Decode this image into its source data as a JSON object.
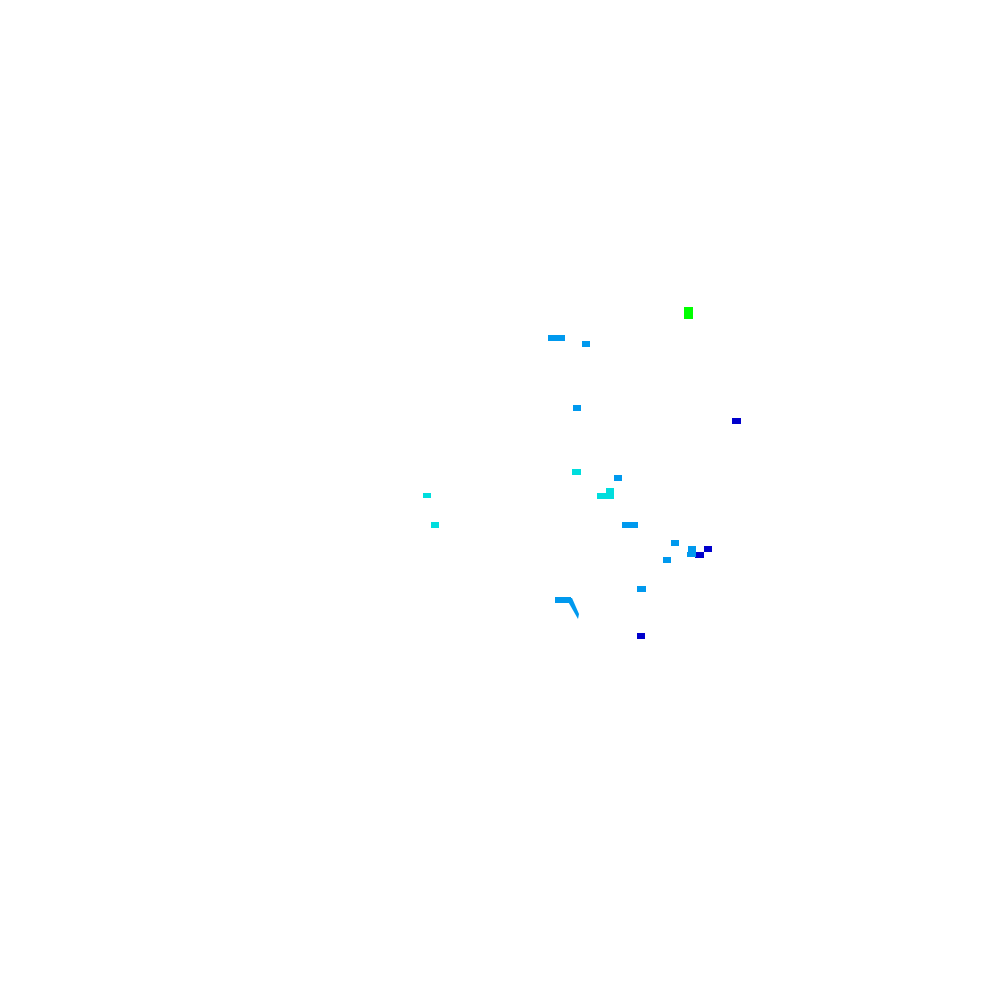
{
  "background": "#ffffff",
  "palette": {
    "green": "#00ff00",
    "azure": "#0099ee",
    "cyan": "#00dddd",
    "blue": "#0000cc"
  },
  "marks": [
    {
      "name": "green-fragment",
      "color": "green"
    },
    {
      "name": "azure-fragment",
      "color": "azure"
    },
    {
      "name": "azure-fragment",
      "color": "azure"
    },
    {
      "name": "azure-fragment",
      "color": "azure"
    },
    {
      "name": "blue-fragment",
      "color": "blue"
    },
    {
      "name": "cyan-fragment",
      "color": "cyan"
    },
    {
      "name": "azure-fragment",
      "color": "azure"
    },
    {
      "name": "cyan-fragment",
      "color": "cyan"
    },
    {
      "name": "cyan-fragment",
      "color": "cyan"
    },
    {
      "name": "cyan-fragment",
      "color": "cyan"
    },
    {
      "name": "cyan-fragment",
      "color": "cyan"
    },
    {
      "name": "azure-fragment",
      "color": "azure"
    },
    {
      "name": "azure-fragment",
      "color": "azure"
    },
    {
      "name": "azure-fragment",
      "color": "azure"
    },
    {
      "name": "blue-fragment",
      "color": "blue"
    },
    {
      "name": "blue-fragment",
      "color": "blue"
    },
    {
      "name": "azure-fragment",
      "color": "azure"
    },
    {
      "name": "azure-fragment",
      "color": "azure"
    },
    {
      "name": "azure-fragment",
      "color": "azure"
    },
    {
      "name": "azure-curve-fragment",
      "color": "azure"
    },
    {
      "name": "blue-fragment",
      "color": "blue"
    }
  ]
}
